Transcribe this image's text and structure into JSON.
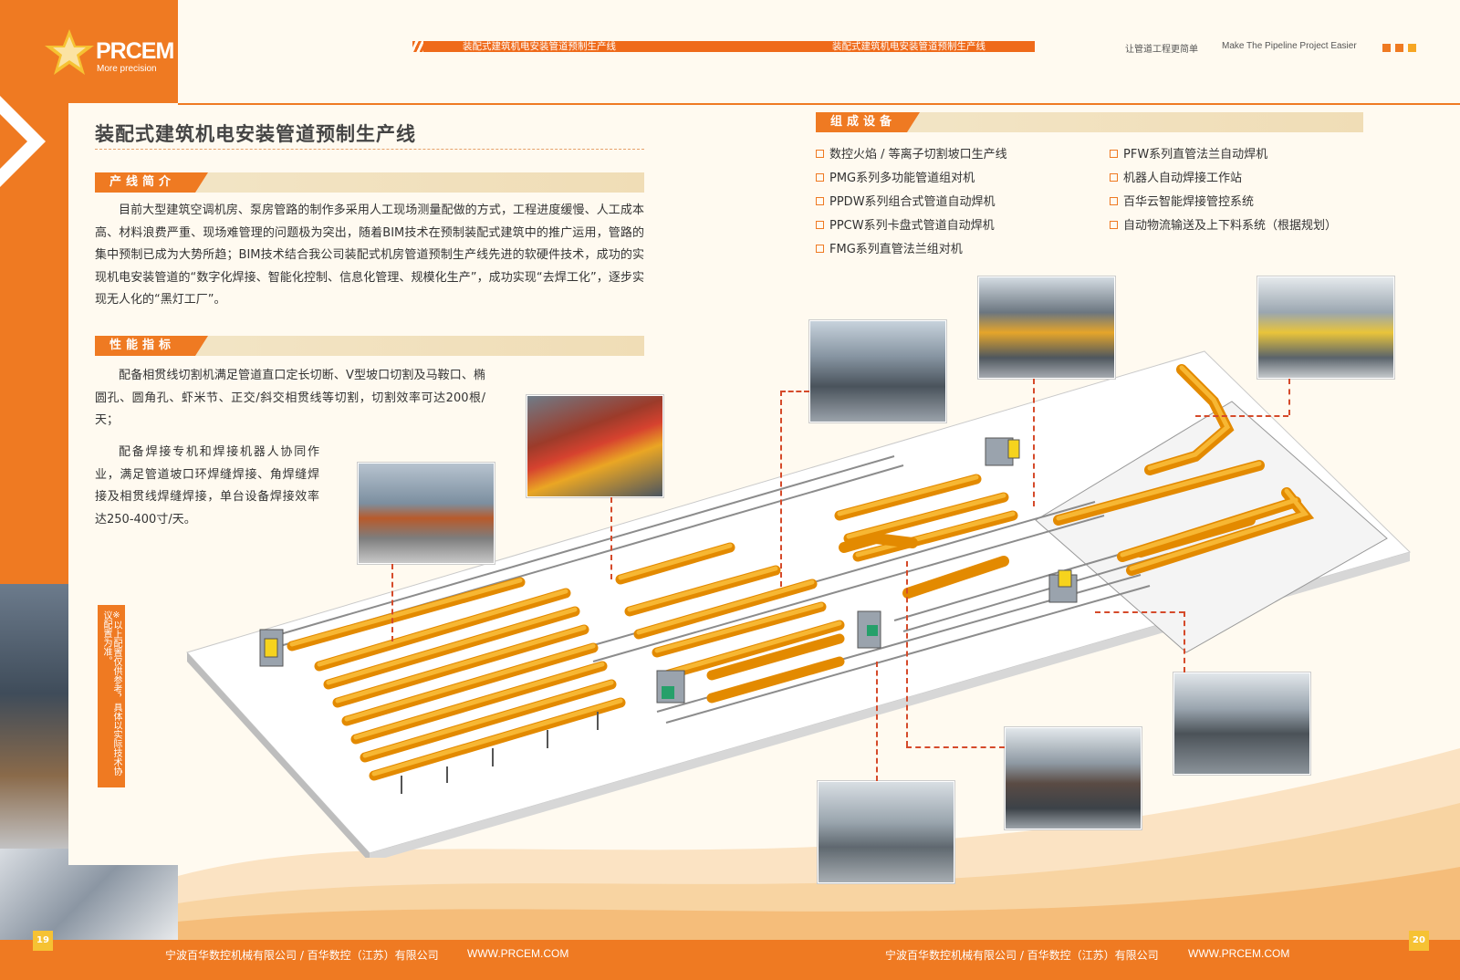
{
  "brand": {
    "logo_text": "PRCEM",
    "logo_sub": "More precision"
  },
  "header": {
    "stripe_left": "装配式建筑机电安装管道预制生产线",
    "stripe_right": "装配式建筑机电安装管道预制生产线",
    "slogan_cn": "让管道工程更简单",
    "slogan_en": "Make The Pipeline Project Easier"
  },
  "left_page": {
    "title": "装配式建筑机电安装管道预制生产线",
    "intro": {
      "heading": "产线简介",
      "text": "目前大型建筑空调机房、泵房管路的制作多采用人工现场测量配做的方式，工程进度缓慢、人工成本高、材料浪费严重、现场难管理的问题极为突出，随着BIM技术在预制装配式建筑中的推广运用，管路的集中预制已成为大势所趋；BIM技术结合我公司装配式机房管道预制生产线先进的软硬件技术，成功的实现机电安装管道的“数字化焊接、智能化控制、信息化管理、规模化生产”，成功实现“去焊工化”，逐步实现无人化的“黑灯工厂”。"
    },
    "performance": {
      "heading": "性能指标",
      "para1": "配备相贯线切割机满足管道直口定长切断、V型坡口切割及马鞍口、椭圆孔、圆角孔、虾米节、正交/斜交相贯线等切割，切割效率可达200根/天；",
      "para2": "配备焊接专机和焊接机器人协同作业，满足管道坡口环焊缝焊接、角焊缝焊接及相贯线焊缝焊接，单台设备焊接效率达250-400寸/天。"
    },
    "note": "※以上配置仅供参考，具体以实际技术协议配置为准。"
  },
  "right_page": {
    "equip_heading": "组成设备",
    "equip_col1": [
      "数控火焰 / 等离子切割坡口生产线",
      "PMG系列多功能管道组对机",
      "PPDW系列组合式管道自动焊机",
      "PPCW系列卡盘式管道自动焊机",
      "FMG系列直管法兰组对机"
    ],
    "equip_col2": [
      "PFW系列直管法兰自动焊机",
      "机器人自动焊接工作站",
      "百华云智能焊接管控系统",
      "自动物流输送及上下料系统（根据规划）"
    ]
  },
  "footer": {
    "left_company": "宁波百华数控机械有限公司 / 百华数控（江苏）有限公司",
    "left_url": "WWW.PRCEM.COM",
    "right_company": "宁波百华数控机械有限公司 / 百华数控（江苏）有限公司",
    "right_url": "WWW.PRCEM.COM",
    "page_left": "19",
    "page_right": "20"
  },
  "colors": {
    "brand_orange": "#ef7a22",
    "pipe_orange": "#f5a623",
    "leader_red": "#d54a2a"
  }
}
